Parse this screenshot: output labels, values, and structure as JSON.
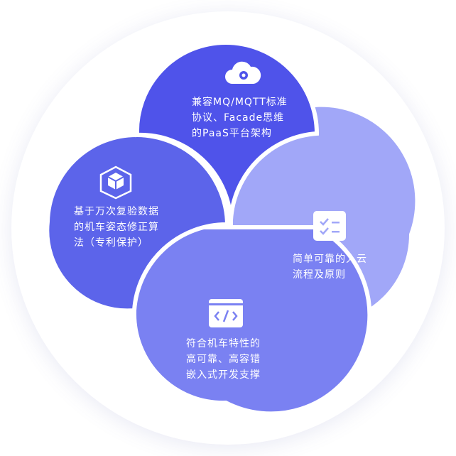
{
  "features": [
    {
      "id": "top",
      "text": "兼容MQ/MQTT标准\n协议、Facade思维\n的PaaS平台架构",
      "icon": "cloud-gear-icon",
      "color": "#4f53ea"
    },
    {
      "id": "right",
      "text": "简单可靠的入云\n流程及原则",
      "icon": "checklist-icon",
      "color": "#a1a7f8"
    },
    {
      "id": "bottom",
      "text": "符合机车特性的\n高可靠、高容错\n嵌入式开发支撑",
      "icon": "code-window-icon",
      "color": "#7a81f2"
    },
    {
      "id": "left",
      "text": "基于万次复验数据\n的机车姿态修正算\n法（专利保护）",
      "icon": "cubes-icon",
      "color": "#5c64ea"
    }
  ]
}
